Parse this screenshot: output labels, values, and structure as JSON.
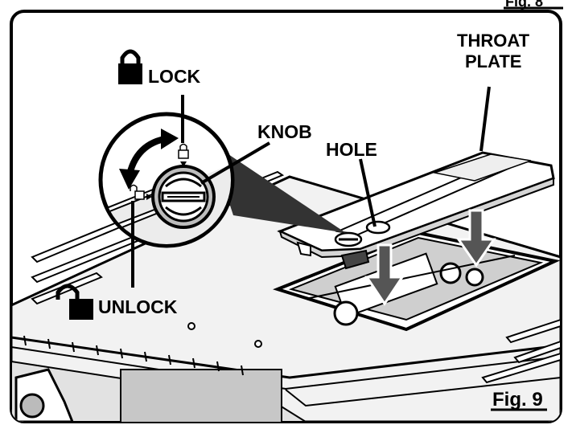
{
  "figure": {
    "id_label": "Fig. 9",
    "top_partial_label": "Fig. 8"
  },
  "labels": {
    "lock": "LOCK",
    "unlock": "UNLOCK",
    "knob": "KNOB",
    "hole": "HOLE",
    "throat_line1": "THROAT",
    "throat_line2": "PLATE"
  },
  "icons": {
    "lock": "padlock-closed-icon",
    "unlock": "padlock-open-icon",
    "rotate": "curved-double-arrow-icon"
  }
}
